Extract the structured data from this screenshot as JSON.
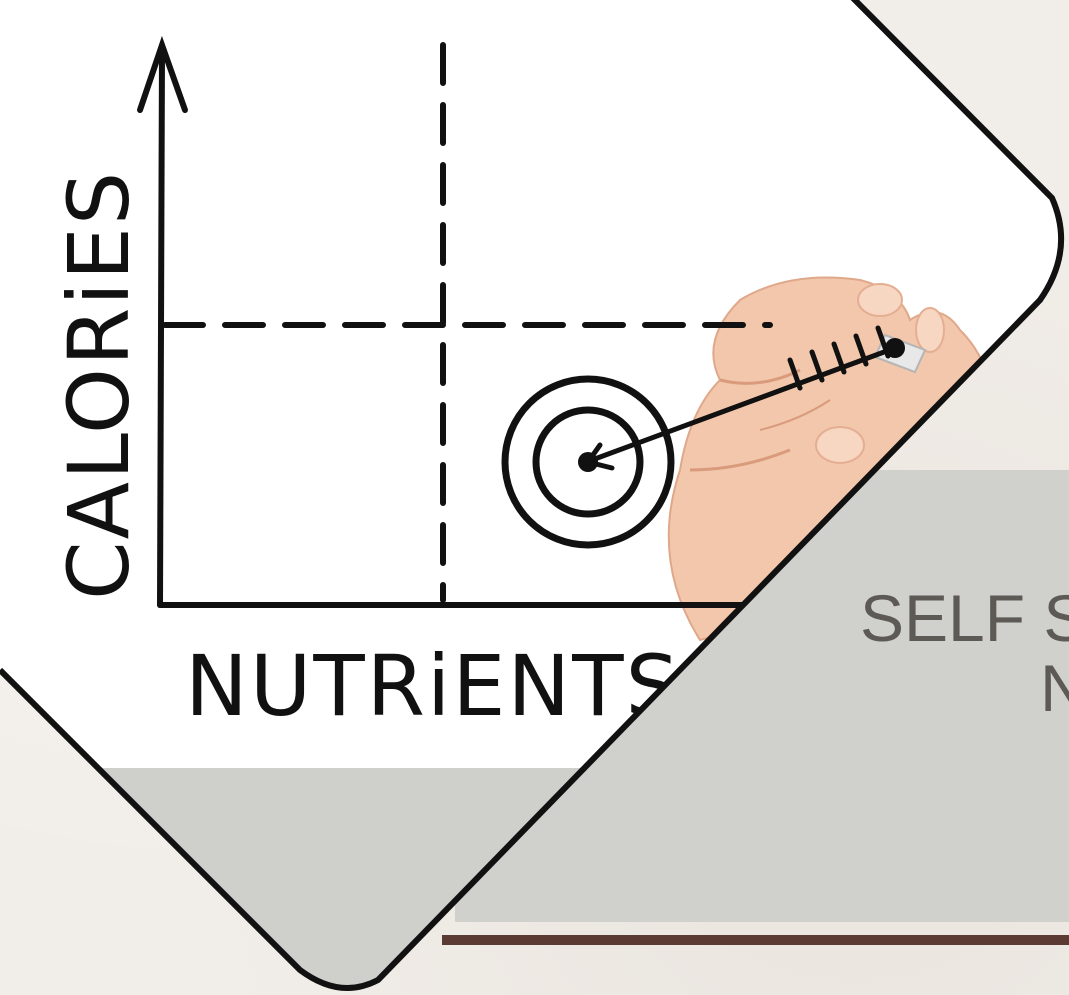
{
  "slide": {
    "title_line_1": "SELF S",
    "title_line_2": "N"
  },
  "sketch": {
    "y_axis_label": "CALORiES",
    "x_axis_label": "NUTRiENTS"
  },
  "colors": {
    "background": "#f1ede8",
    "panel": "#d0d0cc",
    "accent_rule": "#5b3a34",
    "title_text": "#5d5a56",
    "ink": "#111111"
  },
  "icons": [
    "target-icon",
    "arrow-icon",
    "hand-with-marker"
  ]
}
